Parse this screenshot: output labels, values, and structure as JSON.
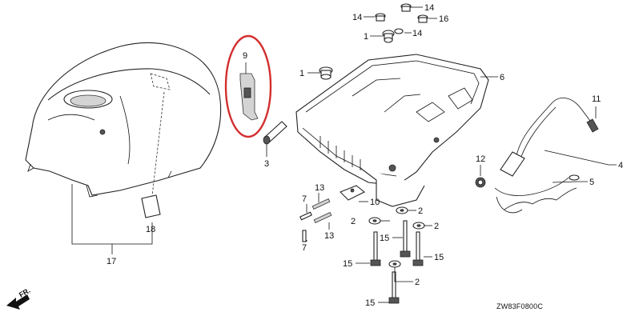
{
  "diagram": {
    "drawing_code": "ZW83F0800C",
    "front_marker": "FR.",
    "highlight_color": "#d32f2f",
    "callouts": {
      "c1a": "1",
      "c1b": "1",
      "c2a": "2",
      "c2b": "2",
      "c2c": "2",
      "c2d": "2",
      "c3": "3",
      "c4": "4",
      "c5": "5",
      "c6": "6",
      "c7a": "7",
      "c7b": "7",
      "c9": "9",
      "c10": "10",
      "c11": "11",
      "c12": "12",
      "c13a": "13",
      "c13b": "13",
      "c14a": "14",
      "c14b": "14",
      "c14c": "14",
      "c15a": "15",
      "c15b": "15",
      "c15c": "15",
      "c15d": "15",
      "c16": "16",
      "c17": "17",
      "c18": "18"
    }
  }
}
